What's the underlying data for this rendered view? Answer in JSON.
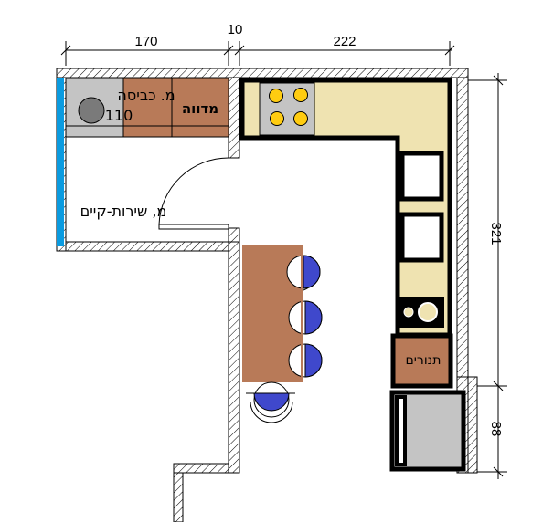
{
  "dimensions": {
    "top_left": "170",
    "top_middle": "10",
    "top_right": "222",
    "right_upper": "321",
    "right_lower": "88"
  },
  "rooms": {
    "laundry_label": "מ. כביסה",
    "laundry_width": "110",
    "dryer_label": "מדווה",
    "service_room_label": "מ, שירות-קיים"
  },
  "kitchen": {
    "oven_label": "תנורים"
  },
  "colors": {
    "counter": "#efe3b1",
    "wood": "#b87a58",
    "appliance": "#c4c4c4",
    "burner": "#ffcc11",
    "stool": "#3f48cc",
    "wall_accent": "#0a9be0"
  }
}
